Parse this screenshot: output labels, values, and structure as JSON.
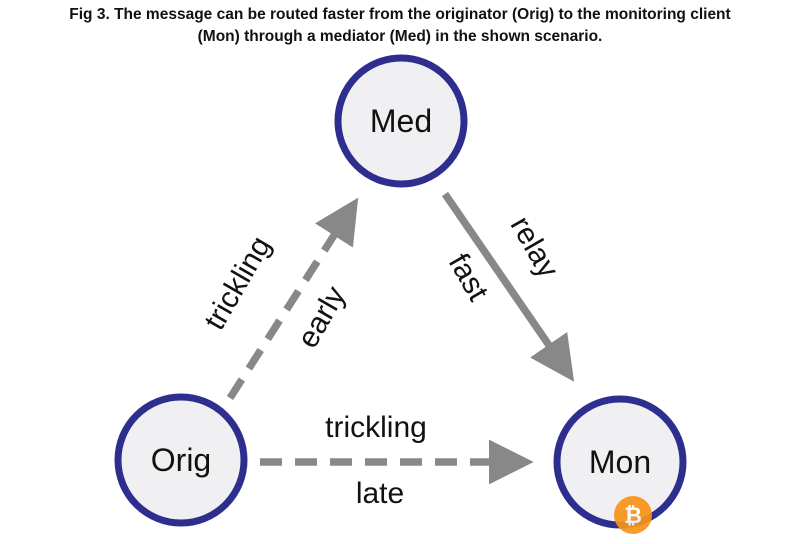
{
  "caption": {
    "line1": "Fig 3. The message can be routed faster from the originator (Orig) to the monitoring client",
    "line2": "(Mon) through a mediator (Med) in the shown scenario."
  },
  "nodes": {
    "med": "Med",
    "orig": "Orig",
    "mon": "Mon"
  },
  "edges": {
    "orig_med": {
      "label_top": "trickling",
      "label_bottom": "early"
    },
    "med_mon": {
      "label_top": "relay",
      "label_bottom": "fast"
    },
    "orig_mon": {
      "label_top": "trickling",
      "label_bottom": "late"
    }
  },
  "colors": {
    "node_stroke": "#2e2e8f",
    "node_fill": "#f0f0f2",
    "edge": "#888888"
  },
  "icons": {
    "watermark": "bitcoin-icon"
  }
}
